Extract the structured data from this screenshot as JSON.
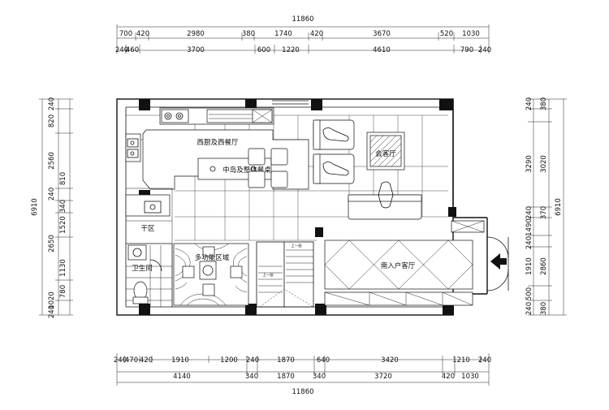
{
  "plan": {
    "overall": "11860",
    "top_dims_row1": [
      "700",
      "420",
      "2980",
      "380",
      "1740",
      "420",
      "3670",
      "520",
      "1030"
    ],
    "top_dims_row2": [
      "240",
      "460",
      "3700",
      "600",
      "1220",
      "4610",
      "790",
      "240"
    ],
    "bottom_dims_row1": [
      "240",
      "470",
      "420",
      "1910",
      "1200",
      "240",
      "1870",
      "640",
      "3420",
      "1210",
      "240"
    ],
    "bottom_dims_row2": [
      "4140",
      "340",
      "1870",
      "340",
      "3720",
      "420",
      "1030"
    ],
    "left_overall": "6910",
    "left_dims": [
      "240",
      "820",
      "2560",
      "240",
      "810",
      "340",
      "1520",
      "2650",
      "1130",
      "780",
      "1020",
      "240"
    ],
    "right_overall": "6910",
    "right_dims": [
      "240",
      "380",
      "3290",
      "3020",
      "240",
      "370",
      "1490",
      "240",
      "1910",
      "2860",
      "500",
      "240",
      "380"
    ],
    "rooms": {
      "western_kitchen": "西厨及西餐厅",
      "island": "中岛及整体餐桌",
      "living": "会客厅",
      "utility": "干区",
      "multi": "多功能区域",
      "bath": "卫生间",
      "entrance": "南入户客厅",
      "stairs_small": "上一层"
    }
  }
}
